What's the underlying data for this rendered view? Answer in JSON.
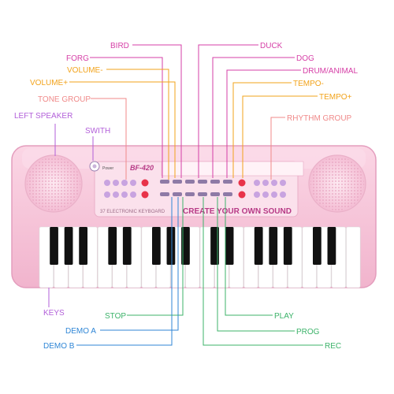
{
  "product": {
    "model": "BF-420",
    "keyboard_text": "37 ELECTRONIC KEYBOARD",
    "slogan": "CREATE YOUR OWN SOUND",
    "power_label": "Power"
  },
  "callouts": [
    {
      "id": "bird",
      "text": "BIRD",
      "color": "#d63fa7"
    },
    {
      "id": "duck",
      "text": "DUCK",
      "color": "#d63fa7"
    },
    {
      "id": "forg",
      "text": "FORG",
      "color": "#d63fa7"
    },
    {
      "id": "dog",
      "text": "DOG",
      "color": "#d63fa7"
    },
    {
      "id": "volume-minus",
      "text": "VOLUME-",
      "color": "#f2a31b"
    },
    {
      "id": "drum-animal",
      "text": "DRUM/ANIMAL",
      "color": "#d63fa7"
    },
    {
      "id": "volume-plus",
      "text": "VOLUME+",
      "color": "#f2a31b"
    },
    {
      "id": "tempo-minus",
      "text": "TEMPO-",
      "color": "#f2a31b"
    },
    {
      "id": "tone-group",
      "text": "TONE GROUP",
      "color": "#f08a8a"
    },
    {
      "id": "tempo-plus",
      "text": "TEMPO+",
      "color": "#f2a31b"
    },
    {
      "id": "left-speaker",
      "text": "LEFT SPEAKER",
      "color": "#b25fd9"
    },
    {
      "id": "rhythm-group",
      "text": "RHYTHM GROUP",
      "color": "#f08a8a"
    },
    {
      "id": "swith",
      "text": "SWITH",
      "color": "#b25fd9"
    },
    {
      "id": "keys",
      "text": "KEYS",
      "color": "#b25fd9"
    },
    {
      "id": "stop",
      "text": "STOP",
      "color": "#3cb36a"
    },
    {
      "id": "play",
      "text": "PLAY",
      "color": "#3cb36a"
    },
    {
      "id": "demo-a",
      "text": "DEMO A",
      "color": "#2f86d6"
    },
    {
      "id": "prog",
      "text": "PROG",
      "color": "#3cb36a"
    },
    {
      "id": "demo-b",
      "text": "DEMO B",
      "color": "#2f86d6"
    },
    {
      "id": "rec",
      "text": "REC",
      "color": "#3cb36a"
    }
  ],
  "colors": {
    "body": "#f7c9dc",
    "body_dark": "#e9a4c2",
    "panel": "#fbe1ec",
    "button": "#c8a3e0",
    "red_button": "#e8334a",
    "white_key": "#ffffff",
    "black_key": "#111111"
  }
}
